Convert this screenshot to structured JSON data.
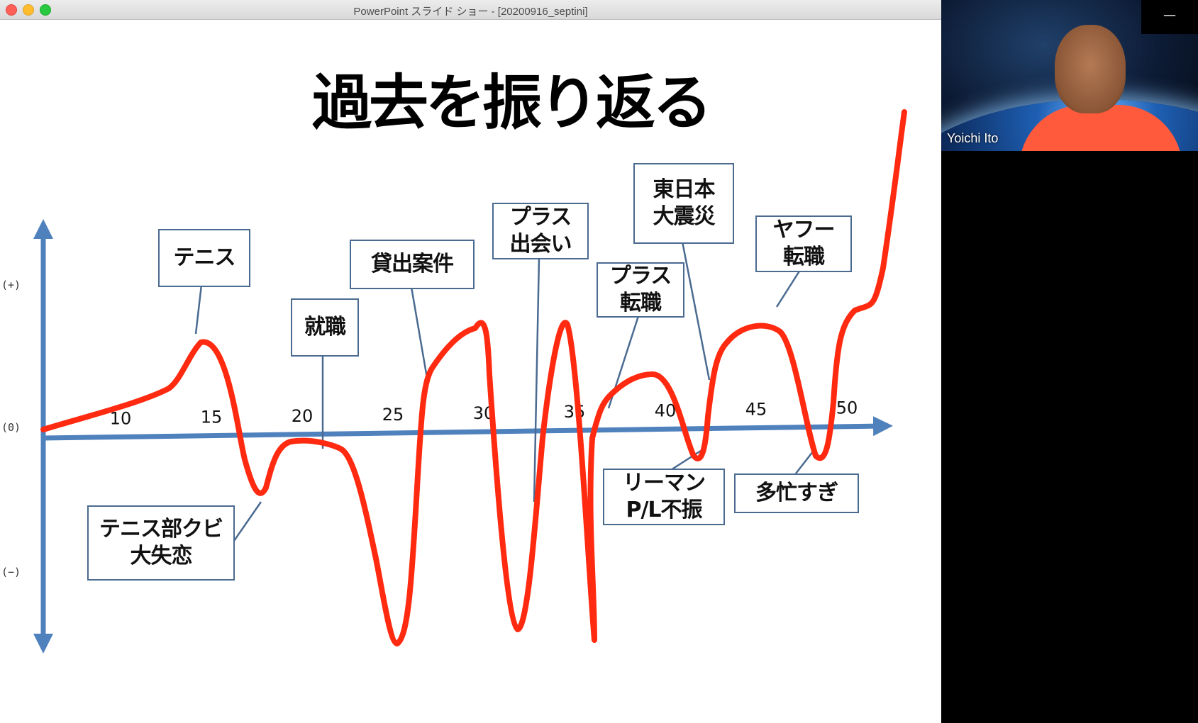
{
  "window": {
    "title": "PowerPoint スライド ショー - [20200916_septini]"
  },
  "slide": {
    "title": "過去を振り返る",
    "level_labels": {
      "plus": "(+)",
      "zero": "(0)",
      "minus": "(−)"
    }
  },
  "chart_data": {
    "type": "line",
    "x_ticks": [
      "10",
      "15",
      "20",
      "25",
      "30",
      "35",
      "40",
      "45",
      "50"
    ],
    "line_color": "#ff2a10",
    "axis_color": "#4f81bd",
    "annotations": [
      {
        "id": "tennis",
        "text": "テニス"
      },
      {
        "id": "tennis-cut",
        "text": "テニス部クビ\n大失恋"
      },
      {
        "id": "shushoku",
        "text": "就職"
      },
      {
        "id": "kashidashi",
        "text": "貸出案件"
      },
      {
        "id": "plus-deai",
        "text": "プラス\n出会い"
      },
      {
        "id": "plus-tenshoku",
        "text": "プラス\n転職"
      },
      {
        "id": "shinsai",
        "text": "東日本\n大震災"
      },
      {
        "id": "lehman",
        "text": "リーマン\nP/L不振"
      },
      {
        "id": "yahoo",
        "text": "ヤフー\n転職"
      },
      {
        "id": "busy",
        "text": "多忙すぎ"
      }
    ]
  },
  "video": {
    "participant_name": "Yoichi Ito",
    "minimize_label": "—"
  }
}
